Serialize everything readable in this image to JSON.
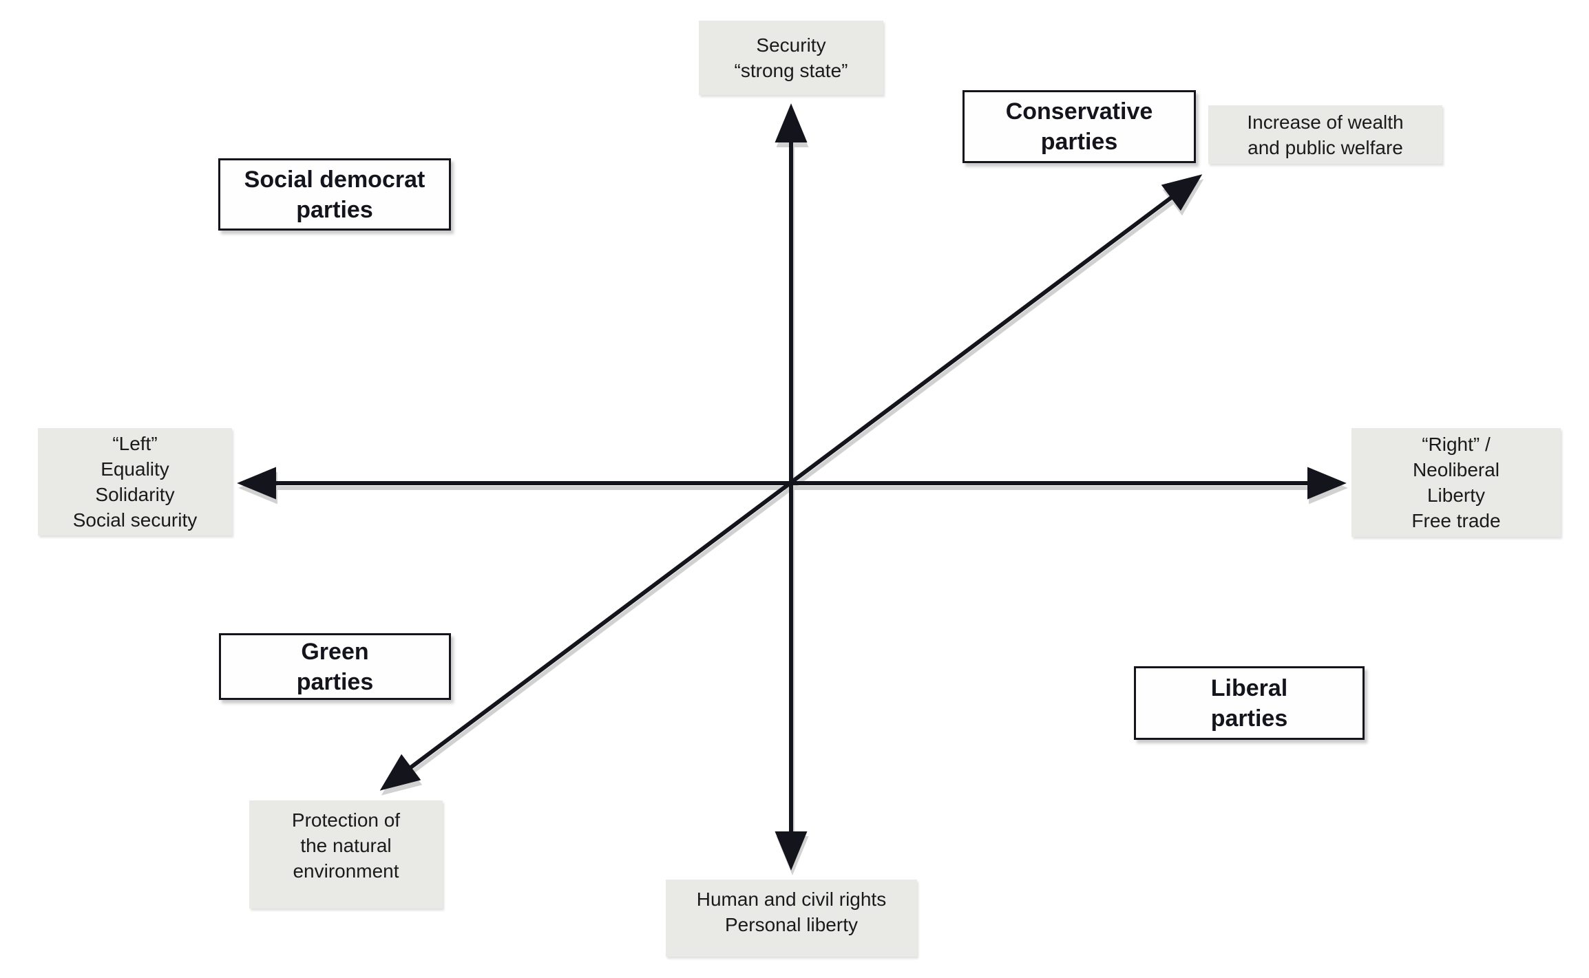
{
  "diagram": {
    "type": "political-compass",
    "colors": {
      "background": "#ffffff",
      "label_box_fill": "#e9e9e6",
      "axis_line": "#14141c",
      "party_box_border": "#14141c",
      "party_box_fill": "#fefefe",
      "text": "#1a1a1a"
    },
    "axis_labels": {
      "security": {
        "lines": [
          "Security",
          "“strong state”"
        ]
      },
      "civil_rights": {
        "lines": [
          "Human and civil rights",
          "Personal liberty"
        ]
      },
      "left": {
        "lines": [
          "“Left”",
          "Equality",
          "Solidarity",
          "Social security"
        ]
      },
      "right": {
        "lines": [
          "“Right” /",
          "Neoliberal",
          "Liberty",
          "Free trade"
        ]
      },
      "wealth": {
        "lines": [
          "Increase of wealth",
          "and public welfare"
        ]
      },
      "environment": {
        "lines": [
          "Protection of",
          "the natural",
          "environment"
        ]
      }
    },
    "party_labels": {
      "social_democrat": {
        "lines": [
          "Social democrat",
          "parties"
        ]
      },
      "conservative": {
        "lines": [
          "Conservative",
          "parties"
        ]
      },
      "green": {
        "lines": [
          "Green",
          "parties"
        ]
      },
      "liberal": {
        "lines": [
          "Liberal",
          "parties"
        ]
      }
    }
  }
}
